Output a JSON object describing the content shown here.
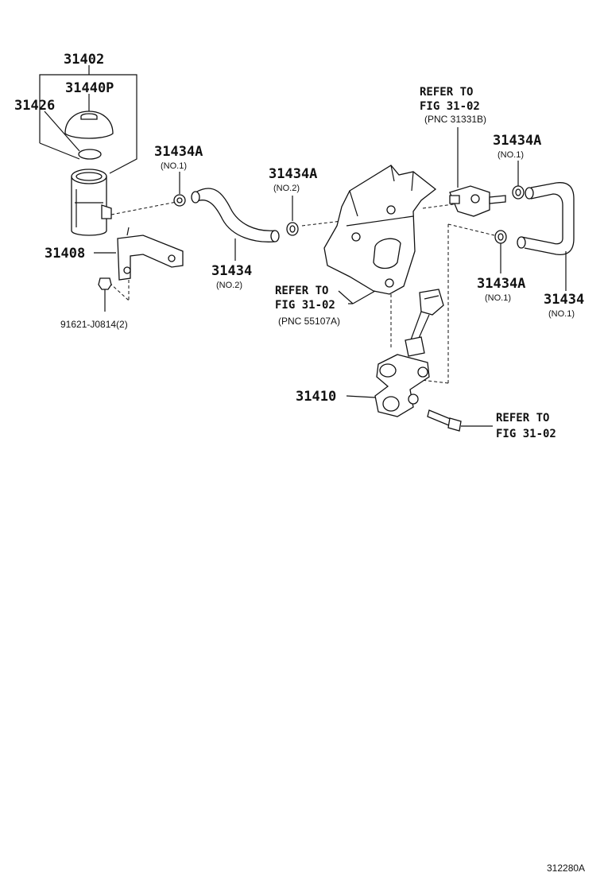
{
  "labels": {
    "p31402": "31402",
    "p31440p": "31440P",
    "p31426": "31426",
    "p31434a_left": "31434A",
    "p31434a_left_sub": "(NO.1)",
    "p31434a_mid": "31434A",
    "p31434a_mid_sub": "(NO.2)",
    "p31434a_right_top": "31434A",
    "p31434a_right_top_sub": "(NO.1)",
    "p31434a_right_bottom": "31434A",
    "p31434a_right_bottom_sub": "(NO.1)",
    "p31434_no2": "31434",
    "p31434_no2_sub": "(NO.2)",
    "p31434_no1": "31434",
    "p31434_no1_sub": "(NO.1)",
    "p31408": "31408",
    "p91621": "91621-J0814(2)",
    "p31410": "31410"
  },
  "refs": {
    "top": {
      "line1": "REFER TO",
      "line2": "FIG 31-02",
      "line3": "(PNC 31331B)"
    },
    "middle": {
      "line1": "REFER TO",
      "line2": "FIG 31-02",
      "line3": "(PNC 55107A)"
    },
    "bottom": {
      "line1": "REFER TO",
      "line2": "FIG 31-02"
    }
  },
  "diagram_code": "312280A"
}
